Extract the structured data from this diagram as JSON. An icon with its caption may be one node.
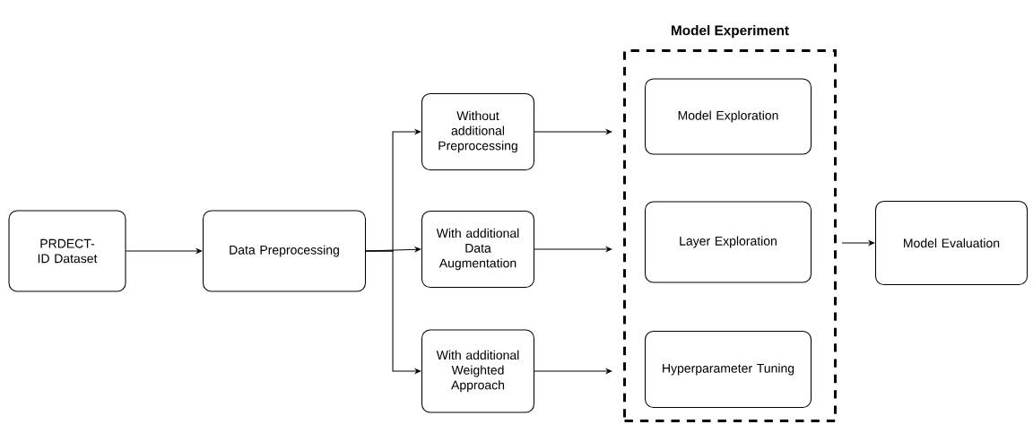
{
  "diagram": {
    "nodes": [
      {
        "text": [
          "PRDECT-ID Dataset"
        ]
      },
      {
        "text": [
          "Data Preprocessing"
        ]
      },
      {
        "text": [
          "Without additional Preprocessing"
        ]
      },
      {
        "text": [
          "With additional Data Augmentation"
        ]
      },
      {
        "text": [
          "With additional Weighted Approach"
        ]
      },
      {
        "text": [
          "Model Experiment"
        ]
      },
      {
        "text": [
          "Model Exploration"
        ],
        "in": 5
      },
      {
        "text": [
          "Layer Exploration"
        ],
        "in": 5
      },
      {
        "text": [
          "Hyperparameter Tuning"
        ],
        "in": 5
      },
      {
        "text": [
          "Model Evaluation"
        ]
      }
    ],
    "edges": [
      {
        "from": 0,
        "to": 1,
        "arrow": "to"
      },
      {
        "from": 1,
        "to": 2,
        "arrow": "to"
      },
      {
        "from": 1,
        "to": 3,
        "arrow": "to"
      },
      {
        "from": 1,
        "to": 4,
        "arrow": "to"
      },
      {
        "from": 2,
        "to": 5,
        "arrow": "to"
      },
      {
        "from": 3,
        "to": 5,
        "arrow": "to"
      },
      {
        "from": 4,
        "to": 5,
        "arrow": "to"
      },
      {
        "from": 5,
        "to": 9,
        "arrow": "to"
      }
    ]
  }
}
